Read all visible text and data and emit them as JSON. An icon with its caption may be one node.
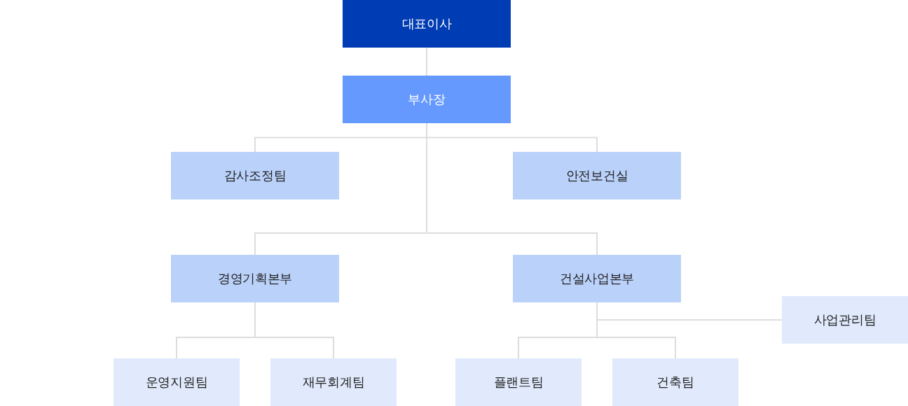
{
  "diagram": {
    "nodes": [
      {
        "text": [
          "대표이사"
        ]
      },
      {
        "text": [
          "부사장"
        ]
      },
      {
        "text": [
          "감사조정팀"
        ]
      },
      {
        "text": [
          "안전보건실"
        ]
      },
      {
        "text": [
          "경영기획본부"
        ]
      },
      {
        "text": [
          "건설사업본부"
        ]
      },
      {
        "text": [
          "사업관리팀"
        ]
      },
      {
        "text": [
          "운영지원팀"
        ]
      },
      {
        "text": [
          "재무회계팀"
        ]
      },
      {
        "text": [
          "플랜트팀"
        ]
      },
      {
        "text": [
          "건축팀"
        ]
      }
    ],
    "edges": [
      {
        "from": 0,
        "to": 1,
        "arrow": "none"
      },
      {
        "from": 1,
        "to": 2,
        "arrow": "none"
      },
      {
        "from": 1,
        "to": 3,
        "arrow": "none"
      },
      {
        "from": 1,
        "to": 4,
        "arrow": "none"
      },
      {
        "from": 1,
        "to": 5,
        "arrow": "none"
      },
      {
        "from": 4,
        "to": 7,
        "arrow": "none"
      },
      {
        "from": 4,
        "to": 8,
        "arrow": "none"
      },
      {
        "from": 5,
        "to": 6,
        "arrow": "none"
      },
      {
        "from": 5,
        "to": 9,
        "arrow": "none"
      },
      {
        "from": 5,
        "to": 10,
        "arrow": "none"
      }
    ]
  }
}
